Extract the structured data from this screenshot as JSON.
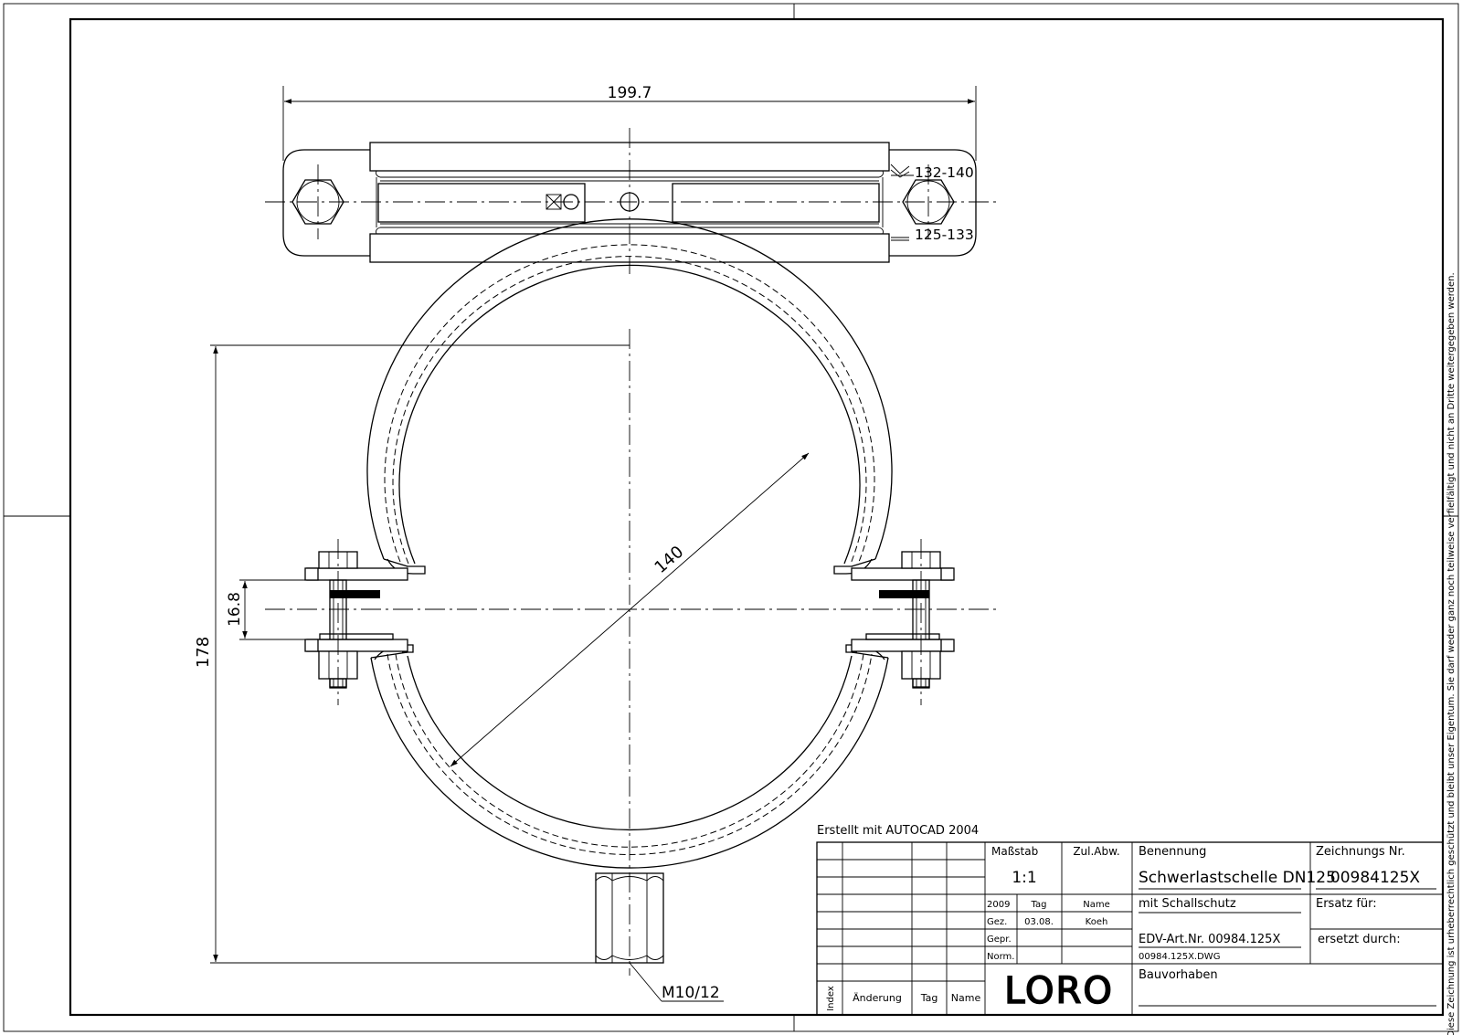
{
  "top_view": {
    "width_dim": "199.7",
    "range_upper": "132-140",
    "range_lower": "125-133"
  },
  "front_view": {
    "height_dim": "178",
    "gap_dim": "16.8",
    "diameter_dim": "140",
    "thread_label": "M10/12"
  },
  "created_note": "Erstellt mit AUTOCAD 2004",
  "title_block": {
    "scale_label": "Maßstab",
    "scale_value": "1:1",
    "tolerance_label": "Zul.Abw.",
    "name_label": "Benennung",
    "name_line1": "Schwerlastschelle DN125",
    "name_line2": "mit Schallschutz",
    "drawing_no_label": "Zeichnungs Nr.",
    "drawing_no": "00984125X",
    "replacement_for_label": "Ersatz für:",
    "replaced_by_label": "ersetzt durch:",
    "year": "2009",
    "day_label": "Tag",
    "name_col_label": "Name",
    "drawn_label": "Gez.",
    "drawn_date": "03.08.",
    "drawn_name": "Koeh",
    "checked_label": "Gepr.",
    "norm_label": "Norm.",
    "edv_number": "EDV-Art.Nr. 00984.125X",
    "dwg_file": "00984.125X.DWG",
    "project_label": "Bauvorhaben",
    "logo_text": "LORO",
    "rev_index_label": "Index",
    "rev_change_label": "Änderung",
    "rev_day_label": "Tag",
    "rev_name_label": "Name"
  },
  "copyright_note": "Diese Zeichnung ist urheberrechtlich geschützt und bleibt unser Eigentum. Sie darf weder ganz noch teilweise verfielfältigt und nicht an Dritte weitergegeben werden."
}
